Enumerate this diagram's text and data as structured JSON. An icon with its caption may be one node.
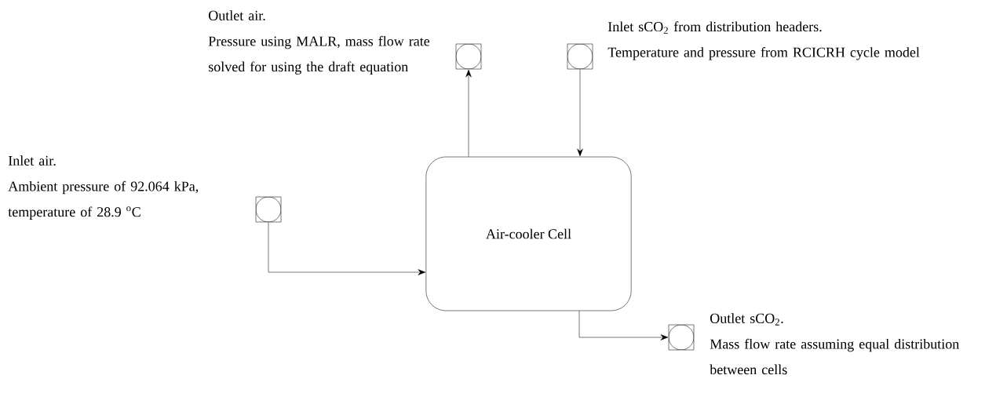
{
  "diagram": {
    "nodes": [
      {
        "text": [],
        "shape": "circle",
        "beside": [
          "Outlet air.",
          "Pressure using MALR, mass flow rate solved for using the draft equation"
        ]
      },
      {
        "text": [],
        "shape": "circle",
        "beside": [
          "Inlet sCO$_{2}$ from distribution headers.",
          "Temperature and pressure from RCICRH cycle model"
        ]
      },
      {
        "text": [],
        "shape": "circle",
        "beside": [
          "Inlet air.",
          "Ambient pressure of 92.064 kPa, temperature of 28.9 $^{o}$C"
        ]
      },
      {
        "text": [
          "Air-cooler Cell"
        ]
      },
      {
        "text": [],
        "shape": "circle",
        "beside": [
          "Outlet sCO$_{2}$.",
          "Mass flow rate assuming equal distribution between cells"
        ]
      }
    ],
    "edges": [
      {
        "from": 3,
        "to": 0,
        "arrow": "to"
      },
      {
        "from": 1,
        "to": 3,
        "arrow": "to"
      },
      {
        "from": 2,
        "to": 3,
        "arrow": "to"
      },
      {
        "from": 3,
        "to": 4,
        "arrow": "to"
      }
    ]
  }
}
